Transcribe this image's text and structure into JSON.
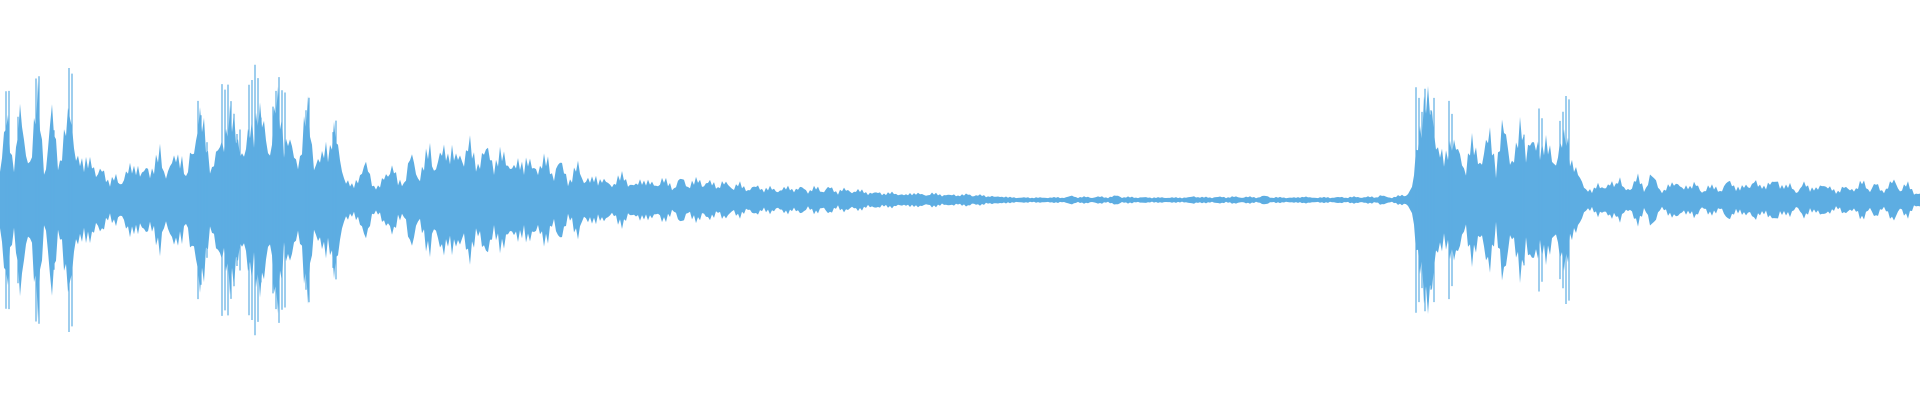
{
  "waveform": {
    "color": "#5dade2",
    "background": "#ffffff",
    "envelope": [
      0.3,
      0.55,
      0.25,
      0.6,
      0.28,
      0.4,
      0.62,
      0.2,
      0.58,
      0.3,
      0.45,
      0.66,
      0.35,
      0.25,
      0.4,
      0.18,
      0.3,
      0.12,
      0.2,
      0.14,
      0.22,
      0.3,
      0.15,
      0.26,
      0.2,
      0.32,
      0.18,
      0.24,
      0.38,
      0.12,
      0.42,
      0.6,
      0.48,
      0.25,
      0.4,
      0.58,
      0.68,
      0.55,
      0.35,
      0.6,
      0.7,
      0.55,
      0.4,
      0.65,
      0.55,
      0.38,
      0.25,
      0.4,
      0.55,
      0.3,
      0.25,
      0.42,
      0.5,
      0.3,
      0.15,
      0.1,
      0.22,
      0.3,
      0.14,
      0.1,
      0.2,
      0.28,
      0.12,
      0.16,
      0.3,
      0.18,
      0.22,
      0.34,
      0.24,
      0.3,
      0.4,
      0.26,
      0.34,
      0.42,
      0.28,
      0.36,
      0.4,
      0.3,
      0.38,
      0.34,
      0.26,
      0.3,
      0.32,
      0.22,
      0.28,
      0.26,
      0.2,
      0.24,
      0.18,
      0.14,
      0.22,
      0.16,
      0.12,
      0.18,
      0.14,
      0.12,
      0.16,
      0.2,
      0.14,
      0.12,
      0.18,
      0.14,
      0.12,
      0.16,
      0.12,
      0.1,
      0.14,
      0.12,
      0.11,
      0.13,
      0.12,
      0.1,
      0.12,
      0.11,
      0.1,
      0.12,
      0.09,
      0.1,
      0.11,
      0.09,
      0.1,
      0.08,
      0.09,
      0.1,
      0.08,
      0.09,
      0.07,
      0.08,
      0.07,
      0.08,
      0.06,
      0.07,
      0.06,
      0.07,
      0.06,
      0.06,
      0.05,
      0.06,
      0.05,
      0.06,
      0.05,
      0.04,
      0.06,
      0.05,
      0.04,
      0.05,
      0.04,
      0.04,
      0.03,
      0.04,
      0.03,
      0.04,
      0.03,
      0.03,
      0.03,
      0.02,
      0.03,
      0.02,
      0.02,
      0.02,
      0.02,
      0.02,
      0.02,
      0.02,
      0.02,
      0.02,
      0.02,
      0.03,
      0.02,
      0.02,
      0.02,
      0.02,
      0.02,
      0.02,
      0.03,
      0.02,
      0.02,
      0.02,
      0.02,
      0.02,
      0.02,
      0.02,
      0.02,
      0.02,
      0.02,
      0.02,
      0.03,
      0.02,
      0.02,
      0.02,
      0.02,
      0.02,
      0.02,
      0.02,
      0.02,
      0.02,
      0.02,
      0.03,
      0.02,
      0.02,
      0.02,
      0.02,
      0.02,
      0.03,
      0.02,
      0.02,
      0.02,
      0.02,
      0.02,
      0.02,
      0.02,
      0.02,
      0.02,
      0.02,
      0.02,
      0.03,
      0.02,
      0.02,
      0.03,
      0.04,
      0.1,
      0.58,
      0.85,
      0.72,
      0.45,
      0.3,
      0.55,
      0.38,
      0.25,
      0.42,
      0.3,
      0.35,
      0.4,
      0.28,
      0.45,
      0.35,
      0.3,
      0.5,
      0.42,
      0.36,
      0.48,
      0.4,
      0.32,
      0.46,
      0.52,
      0.3,
      0.18,
      0.1,
      0.06,
      0.14,
      0.08,
      0.12,
      0.16,
      0.06,
      0.1,
      0.14,
      0.08,
      0.16,
      0.12,
      0.06,
      0.1,
      0.16,
      0.08,
      0.12,
      0.14,
      0.06,
      0.12,
      0.1,
      0.08,
      0.14,
      0.12,
      0.08,
      0.1,
      0.14,
      0.08,
      0.12,
      0.1,
      0.14,
      0.08,
      0.1,
      0.06,
      0.12,
      0.1,
      0.08,
      0.14,
      0.1,
      0.06,
      0.12,
      0.08,
      0.1,
      0.14,
      0.08,
      0.12,
      0.06,
      0.1,
      0.12,
      0.08,
      0.1,
      0.06,
      0.04
    ]
  }
}
